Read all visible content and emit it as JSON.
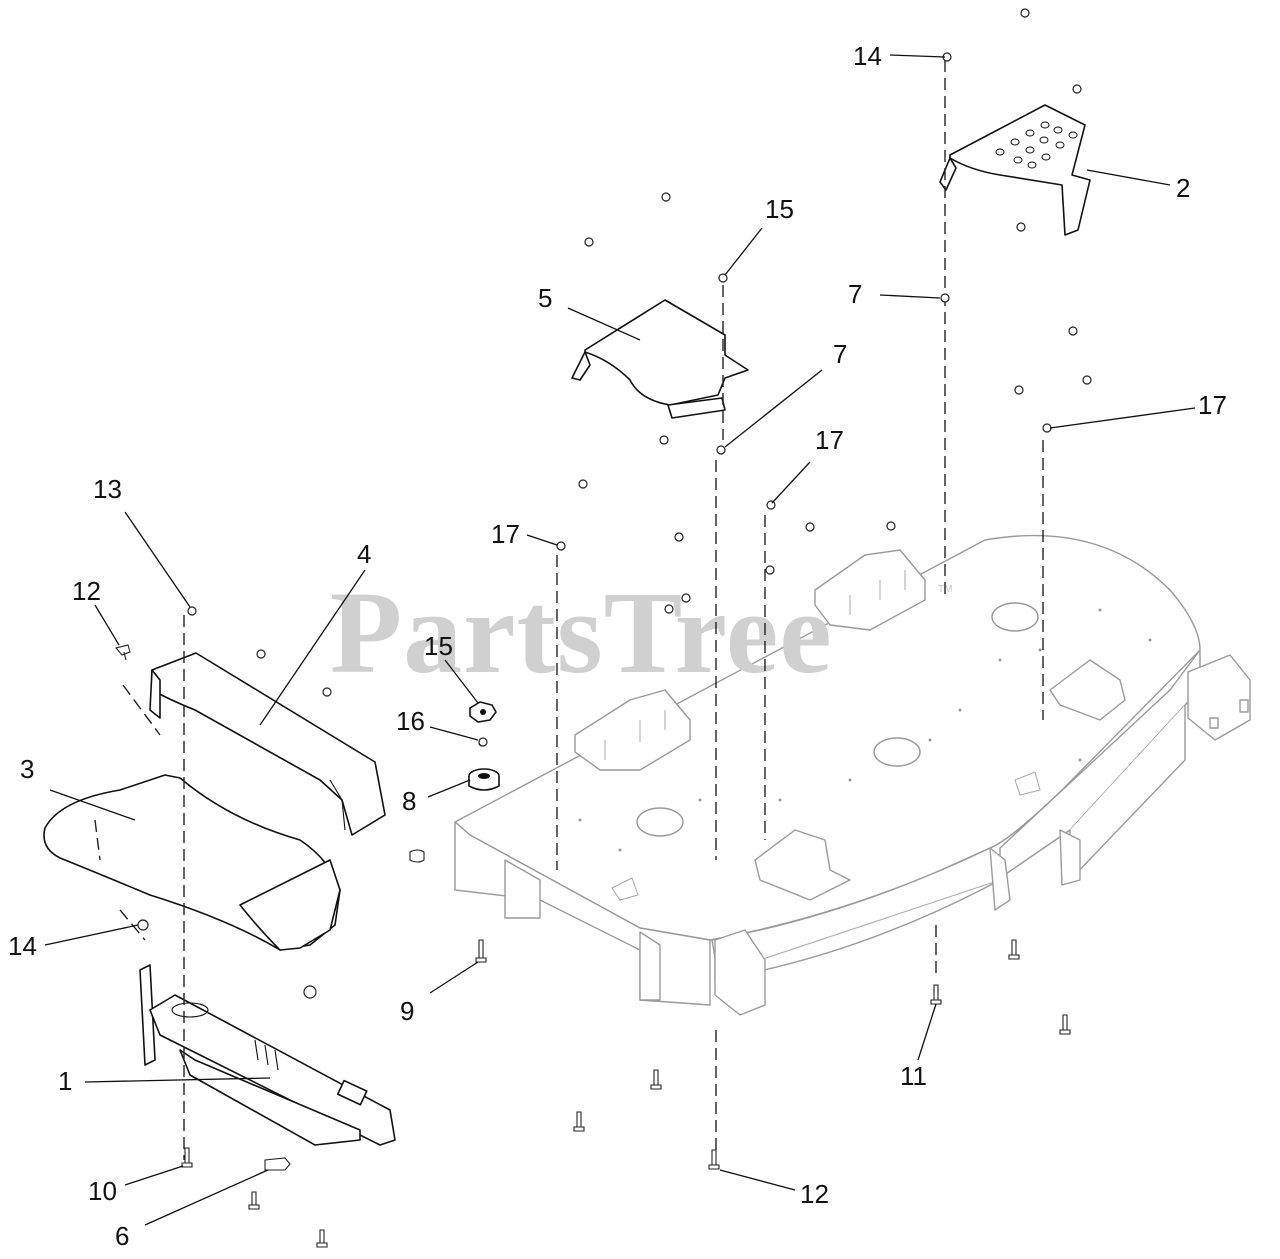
{
  "watermark": {
    "text": "PartsTree",
    "trademark": "TM"
  },
  "callouts": [
    {
      "id": "c-1",
      "label": "1"
    },
    {
      "id": "c-2",
      "label": "2"
    },
    {
      "id": "c-3",
      "label": "3"
    },
    {
      "id": "c-4",
      "label": "4"
    },
    {
      "id": "c-5",
      "label": "5"
    },
    {
      "id": "c-6",
      "label": "6"
    },
    {
      "id": "c-7a",
      "label": "7"
    },
    {
      "id": "c-7b",
      "label": "7"
    },
    {
      "id": "c-8",
      "label": "8"
    },
    {
      "id": "c-9",
      "label": "9"
    },
    {
      "id": "c-10",
      "label": "10"
    },
    {
      "id": "c-11",
      "label": "11"
    },
    {
      "id": "c-12a",
      "label": "12"
    },
    {
      "id": "c-12b",
      "label": "12"
    },
    {
      "id": "c-13a",
      "label": "13"
    },
    {
      "id": "c-13b",
      "label": "13"
    },
    {
      "id": "c-14a",
      "label": "14"
    },
    {
      "id": "c-14b",
      "label": "14"
    },
    {
      "id": "c-15",
      "label": "15"
    },
    {
      "id": "c-16",
      "label": "16"
    },
    {
      "id": "c-17a",
      "label": "17"
    },
    {
      "id": "c-17b",
      "label": "17"
    },
    {
      "id": "c-17c",
      "label": "17"
    }
  ]
}
